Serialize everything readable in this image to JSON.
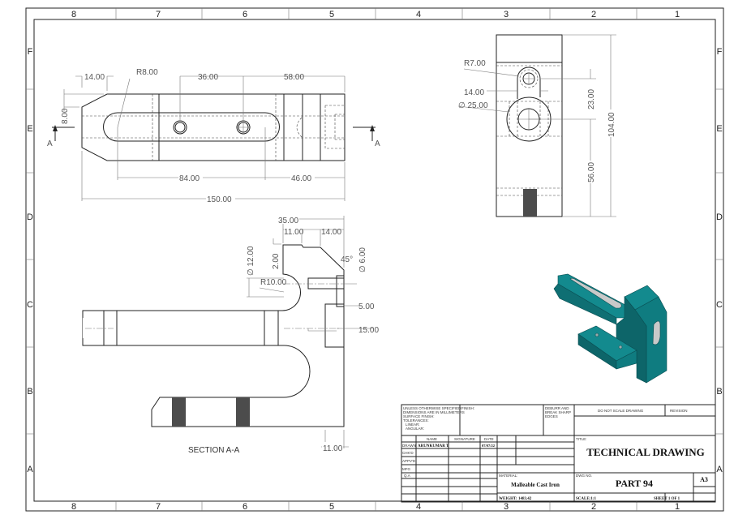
{
  "sheet": {
    "columns": [
      "8",
      "7",
      "6",
      "5",
      "4",
      "3",
      "2",
      "1"
    ],
    "rows": [
      "F",
      "E",
      "D",
      "C",
      "B",
      "A"
    ]
  },
  "top_view": {
    "section_marker": "A",
    "dims": {
      "chamfer_length": "14.00",
      "slot_radius": "R8.00",
      "hole_spacing": "36.00",
      "hole_to_end": "58.00",
      "chamfer_height": "8.00",
      "slot_length": "84.00",
      "slot_to_end": "46.00",
      "overall_length": "150.00"
    }
  },
  "right_view": {
    "dims": {
      "small_radius": "R7.00",
      "slot_width": "14.00",
      "bore_diameter": "∅ 25.00",
      "center_spacing": "23.00",
      "bore_height": "56.00",
      "overall_height": "104.00"
    }
  },
  "section_view": {
    "label": "SECTION A-A",
    "dims": {
      "top_width": "35.00",
      "step_width": "11.00",
      "chamfer_width": "14.00",
      "step_depth": "2.00",
      "groove_diameter": "∅ 12.00",
      "groove_radius": "R10.00",
      "chamfer_angle": "45°",
      "hole_diameter": "∅ 6.00",
      "counterbore_depth": "5.00",
      "counterbore_width": "15.00",
      "wall_thickness": "11.00"
    }
  },
  "isometric": {
    "body_color": "#138a8e",
    "cut_color": "#c9c9c9"
  },
  "title_block": {
    "notes": [
      "UNLESS OTHERWISE SPECIFIED:",
      "DIMENSIONS ARE IN MILLIMETERS",
      "SURFACE FINISH:",
      "TOLERANCES:",
      "LINEAR:",
      "ANGULAR:"
    ],
    "finish_label": "FINISH:",
    "deburr": [
      "DEBURR AND",
      "BREAK SHARP",
      "EDGES"
    ],
    "do_not_scale": "DO NOT SCALE DRAWING",
    "revision_label": "REVISION",
    "headers": {
      "name": "NAME",
      "signature": "SIGNATURE",
      "date": "DATE"
    },
    "roles": [
      "DRAWN",
      "CHK'D",
      "APPV'D",
      "MFG",
      "Q.A"
    ],
    "drawn_name": "ARUNKUMAR T",
    "drawn_date": "07/07/22",
    "title_label": "TITLE:",
    "title": "TECHNICAL DRAWING",
    "material_label": "MATERIAL:",
    "material": "Malleable Cast Iron",
    "dwg_no_label": "DWG NO.",
    "dwg_no": "PART 94",
    "size": "A3",
    "weight": "WEIGHT: 1483.42",
    "scale": "SCALE:1:1",
    "sheet": "SHEET 1 OF 1"
  }
}
